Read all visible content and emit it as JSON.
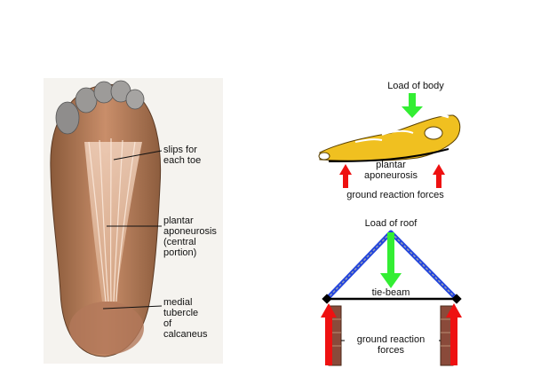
{
  "foot_photo": {
    "labels": {
      "slips": "slips for\neach toe",
      "plantar": "plantar\naponeurosis\n(central\nportion)",
      "medial": "medial\ntubercle\nof\ncalcaneus"
    }
  },
  "foot_diagram": {
    "load": "Load of body",
    "aponeurosis": "plantar\naponeurosis",
    "reaction": "ground reaction forces"
  },
  "roof_diagram": {
    "load": "Load of roof",
    "tie": "tie-beam",
    "reaction": "ground reaction\nforces"
  },
  "colors": {
    "green_arrow": "#33ee33",
    "red_arrow": "#ee1111",
    "bone": "#f0c020",
    "roof_blue": "#2244dd",
    "brick": "#8a4a3a"
  }
}
